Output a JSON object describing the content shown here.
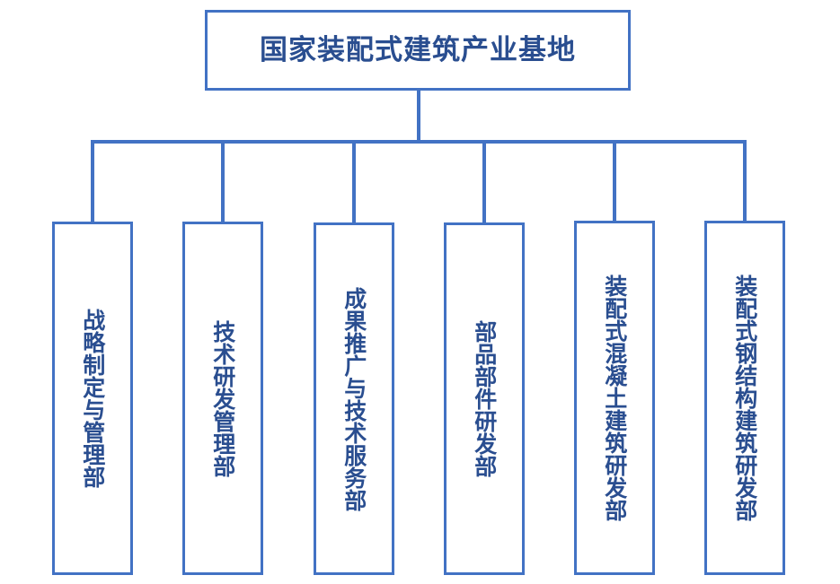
{
  "diagram": {
    "type": "organization-chart",
    "orientation": "top-down",
    "colors": {
      "border": "#4272c4",
      "connector": "#4272c4",
      "text": "#2a4e90",
      "background": "#ffffff"
    },
    "root": {
      "label": "国家装配式建筑产业基地",
      "writing_mode": "horizontal"
    },
    "children": [
      {
        "label": "战略制定与管理部",
        "writing_mode": "vertical"
      },
      {
        "label": "技术研发管理部",
        "writing_mode": "vertical"
      },
      {
        "label": "成果推广与技术服务部",
        "writing_mode": "vertical"
      },
      {
        "label": "部品部件研发部",
        "writing_mode": "vertical"
      },
      {
        "label": "装配式混凝土建筑研发部",
        "writing_mode": "vertical"
      },
      {
        "label": "装配式钢结构建筑研发部",
        "writing_mode": "vertical"
      }
    ]
  }
}
